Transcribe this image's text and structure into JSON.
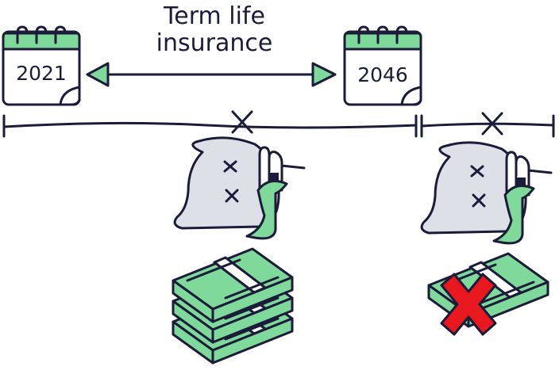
{
  "title_line1": "Term life",
  "title_line2": "insurance",
  "start_year": "2021",
  "end_year": "2046",
  "colors": {
    "ink": "#1b1b3a",
    "green": "#7fd99a",
    "gray": "#dde0e6",
    "red": "#e8181e",
    "white": "#ffffff"
  },
  "icons": [
    "calendar-icon",
    "double-arrow-icon",
    "timeline-icon",
    "death-marker-icon",
    "ghost-icon",
    "money-stack-icon",
    "no-payout-icon"
  ]
}
